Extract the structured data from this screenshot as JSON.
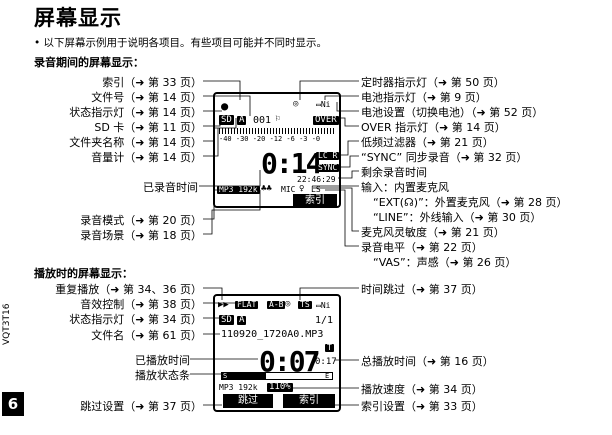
{
  "title": "屏幕显示",
  "intro": "• 以下屏幕示例用于说明各项目。有些项目可能并不同时显示。",
  "recording": {
    "heading": "录音期间的屏幕显示：",
    "left_labels": [
      "索引（➜ 第 33 页）",
      "文件号（➜ 第 14 页）",
      "状态指示灯（➜ 第 14 页）",
      "SD 卡（➜ 第 11 页）",
      "文件夹名称（➜ 第 14 页）",
      "音量计（➜ 第 14 页）"
    ],
    "elapsed": "已录音时间",
    "mode": "录音模式（➜ 第 20 页）",
    "scene": "录音场景（➜ 第 18 页）",
    "right_labels": [
      "定时器指示灯（➜ 第 50 页）",
      "电池指示灯（➜ 第 9 页）",
      "电池设置（切换电池）（➜ 第 52 页）",
      "OVER 指示灯（➜ 第 14 页）",
      "低频过滤器（➜ 第 21 页）",
      "“SYNC” 同步录音（➜ 第 32 页）",
      "剩余录音时间",
      "输入：内置麦克风",
      "“EXT(☊)”：外置麦克风（➜ 第 28 页）",
      "“LINE”：外线输入（➜ 第 30 页）",
      "麦克风灵敏度（➜ 第 21 页）",
      "录音电平（➜ 第 22 页）",
      "“VAS”：声感（➜ 第 26 页）"
    ],
    "lcd": {
      "file_no": "001",
      "folder": "A",
      "over": "OVER",
      "meter_scale": "-40 -30 -20 -12 -6 -3 -0",
      "time": "0:14",
      "lcr": "LC R",
      "sync": "SYNC",
      "remain": "22:46:29",
      "mode": "MP3 192k",
      "input": "MIC",
      "sensitivity": "LS",
      "softkey": "索引"
    }
  },
  "playback": {
    "heading": "播放时的屏幕显示：",
    "left_labels": [
      "重复播放（➜ 第 34、36 页）",
      "音效控制（➜ 第 38 页）",
      "状态指示灯（➜ 第 34 页）",
      "文件名（➜ 第 61 页）"
    ],
    "elapsed": "已播放时间",
    "bar": "播放状态条",
    "skip": "跳过设置（➜ 第 37 页）",
    "right_labels": [
      "时间跳过（➜ 第 37 页）",
      "总播放时间（➜ 第 16 页）",
      "播放速度（➜ 第 34 页）",
      "索引设置（➜ 第 33 页）"
    ],
    "lcd": {
      "flat": "FLAT",
      "ab": "A-B",
      "ts": "TS",
      "folder": "A",
      "count": "1/1",
      "filename": "110920_1720A0.MP3",
      "time": "0:07",
      "total": "0:17",
      "s": "S",
      "e": "E",
      "mode": "MP3 192k",
      "speed": "110%",
      "key_left": "跳过",
      "key_right": "索引"
    }
  },
  "side_code": "VQT3T16",
  "page_number": "6"
}
